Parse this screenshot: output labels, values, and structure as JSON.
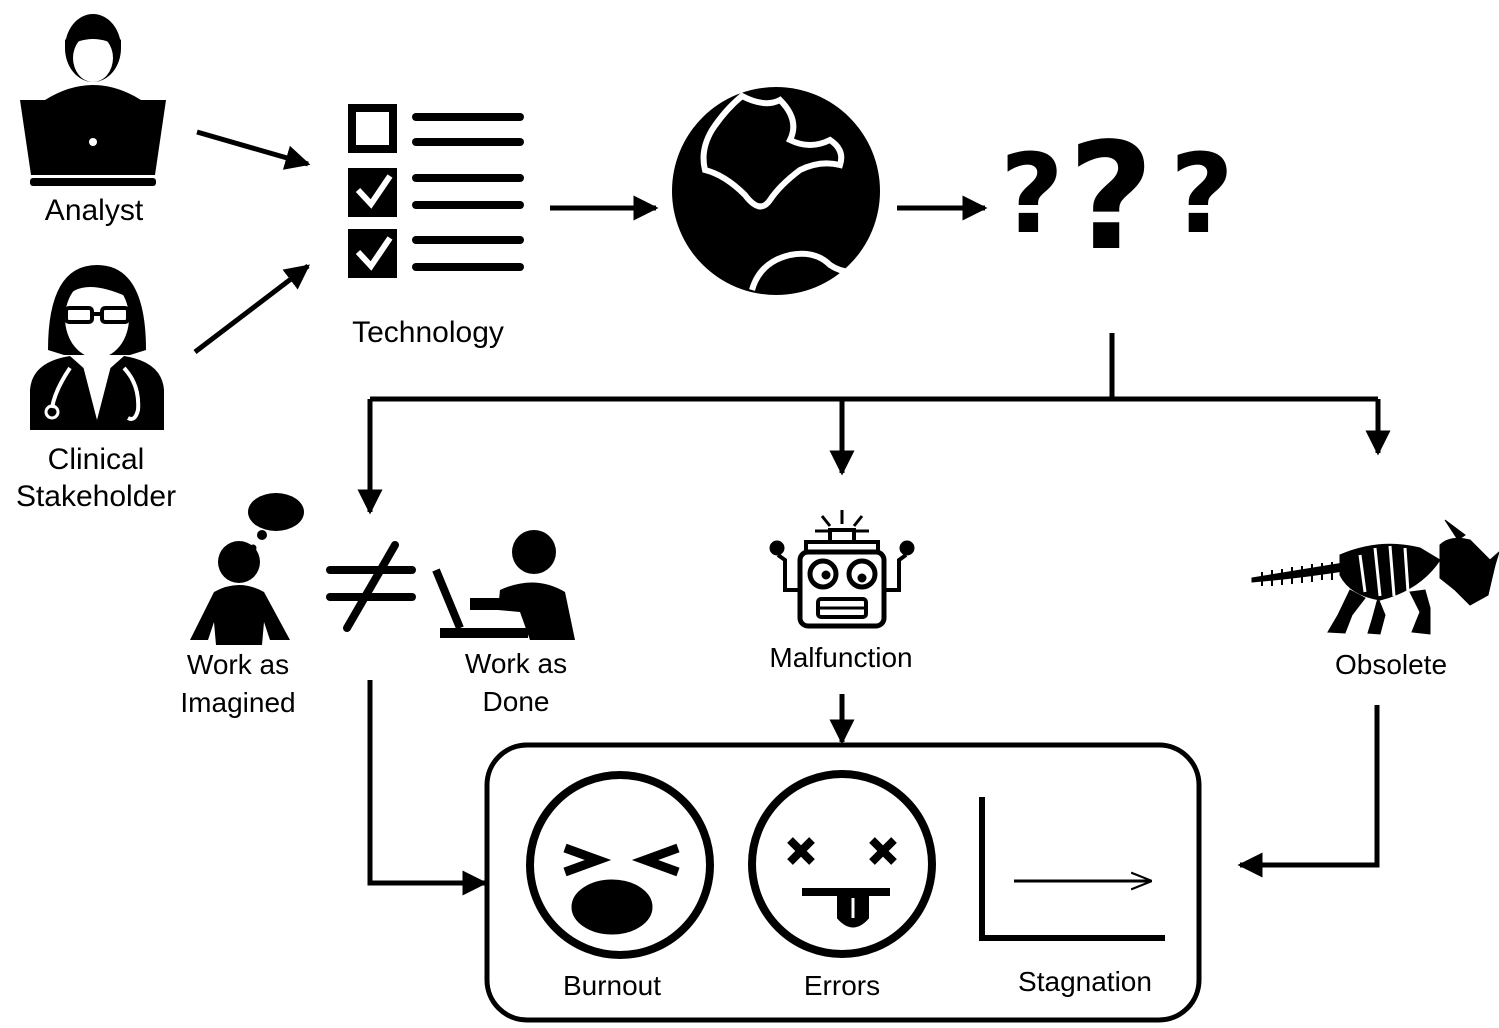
{
  "actors": {
    "analyst": {
      "label": "Analyst",
      "icon": "analyst-laptop-icon"
    },
    "clinical": {
      "label_line1": "Clinical",
      "label_line2": "Stakeholder",
      "icon": "clinician-icon"
    }
  },
  "technology": {
    "label": "Technology",
    "icon": "checklist-icon"
  },
  "world": {
    "icon": "globe-icon"
  },
  "unknown": {
    "icon": "question-marks-icon",
    "text": "???"
  },
  "outcomes": {
    "work_imagined": {
      "label_line1": "Work as",
      "label_line2": "Imagined",
      "icon": "thinking-person-icon"
    },
    "not_equal": {
      "symbol": "≠",
      "icon": "not-equal-icon"
    },
    "work_done": {
      "label_line1": "Work as",
      "label_line2": "Done",
      "icon": "person-at-laptop-icon"
    },
    "malfunction": {
      "label": "Malfunction",
      "icon": "robot-icon"
    },
    "obsolete": {
      "label": "Obsolete",
      "icon": "dinosaur-skeleton-icon"
    }
  },
  "consequences": {
    "burnout": {
      "label": "Burnout",
      "icon": "burnout-face-icon"
    },
    "errors": {
      "label": "Errors",
      "icon": "dizzy-face-icon"
    },
    "stagnation": {
      "label": "Stagnation",
      "icon": "flat-chart-icon"
    }
  },
  "colors": {
    "stroke": "#000000",
    "background": "#ffffff"
  }
}
